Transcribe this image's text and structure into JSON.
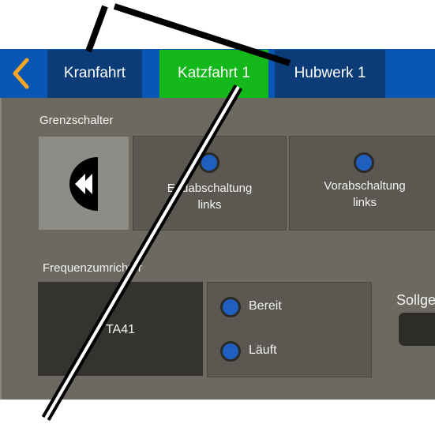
{
  "tabs": [
    {
      "label": "Kranfahrt"
    },
    {
      "label": "Katzfahrt 1"
    },
    {
      "label": "Hubwerk 1"
    }
  ],
  "colors": {
    "header": "#0a56b4",
    "tab_inactive": "#0c3c78",
    "tab_active": "#14b81a",
    "panel": "#6c6a60",
    "indicator": "#1e5fbf",
    "back_arrow": "#f5a623"
  },
  "grenzschalter": {
    "title": "Grenzschalter",
    "items": [
      {
        "label_line1": "Endabschaltung",
        "label_line2": "links"
      },
      {
        "label_line1": "Vorabschaltung",
        "label_line2": "links"
      }
    ]
  },
  "frequenzumrichter": {
    "title": "Frequenzumrichter",
    "device": "TA41",
    "status": [
      {
        "label": "Bereit"
      },
      {
        "label": "Läuft"
      }
    ]
  },
  "sollwert": {
    "label": "Sollge"
  }
}
